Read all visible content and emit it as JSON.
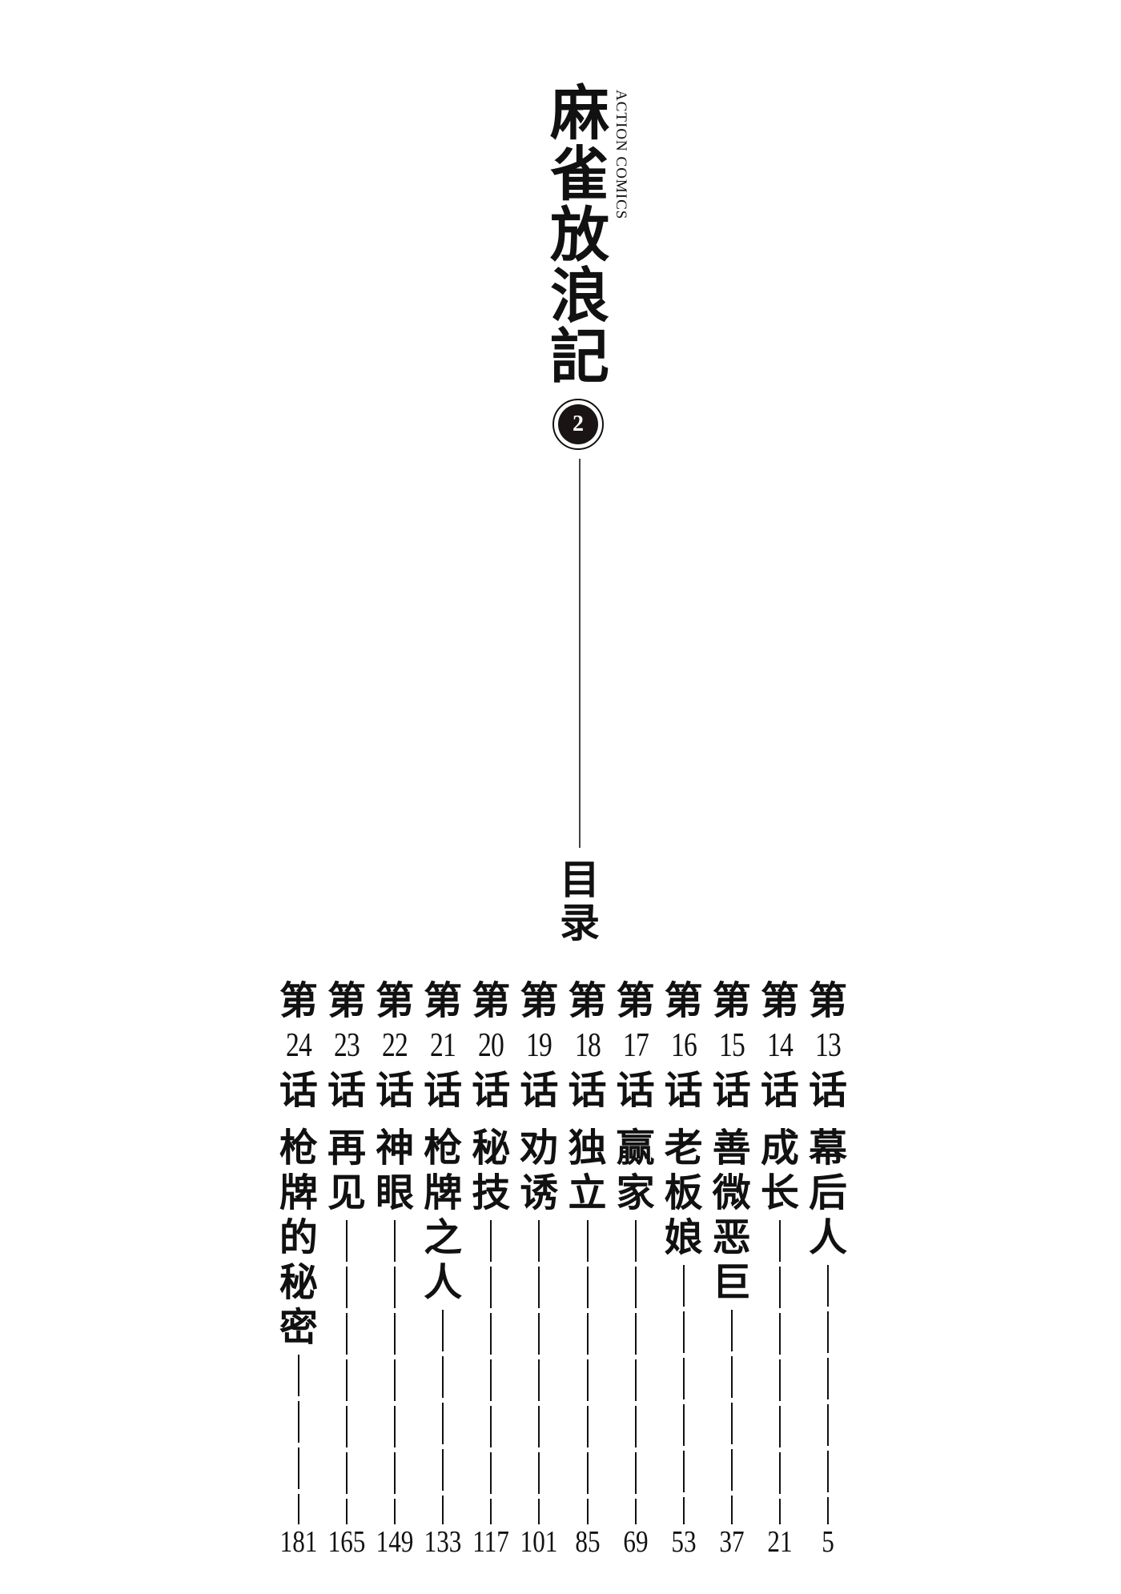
{
  "book": {
    "title_chars": [
      "麻",
      "雀",
      "放",
      "浪",
      "記"
    ],
    "series_label": "ACTION COMICS",
    "volume": "2"
  },
  "toc": {
    "heading_chars": [
      "目",
      "录"
    ],
    "prefix": "第",
    "suffix": "话",
    "chapters": [
      {
        "number": "13",
        "title_chars": [
          "幕",
          "后",
          "人"
        ],
        "page": "5"
      },
      {
        "number": "14",
        "title_chars": [
          "成",
          "长"
        ],
        "page": "21"
      },
      {
        "number": "15",
        "title_chars": [
          "善",
          "微",
          "恶",
          "巨"
        ],
        "page": "37"
      },
      {
        "number": "16",
        "title_chars": [
          "老",
          "板",
          "娘"
        ],
        "page": "53"
      },
      {
        "number": "17",
        "title_chars": [
          "赢",
          "家"
        ],
        "page": "69"
      },
      {
        "number": "18",
        "title_chars": [
          "独",
          "立"
        ],
        "page": "85"
      },
      {
        "number": "19",
        "title_chars": [
          "劝",
          "诱"
        ],
        "page": "101"
      },
      {
        "number": "20",
        "title_chars": [
          "秘",
          "技"
        ],
        "page": "117"
      },
      {
        "number": "21",
        "title_chars": [
          "枪",
          "牌",
          "之",
          "人"
        ],
        "page": "133"
      },
      {
        "number": "22",
        "title_chars": [
          "神",
          "眼"
        ],
        "page": "149"
      },
      {
        "number": "23",
        "title_chars": [
          "再",
          "见"
        ],
        "page": "165"
      },
      {
        "number": "24",
        "title_chars": [
          "枪",
          "牌",
          "的",
          "秘",
          "密"
        ],
        "page": "181"
      }
    ]
  }
}
